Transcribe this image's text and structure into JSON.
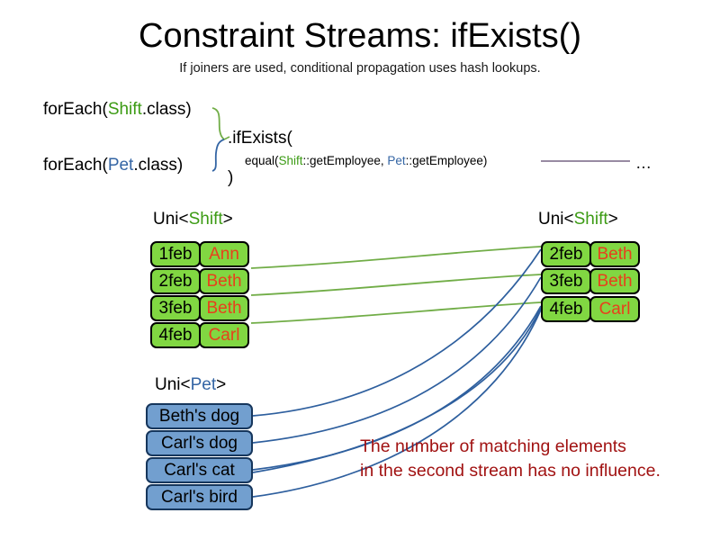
{
  "slide": {
    "title": "Constraint Streams: ifExists()",
    "subtitle": "If joiners are used, conditional propagation uses hash lookups."
  },
  "code": {
    "line1_prefix": "forEach(",
    "line1_type": "Shift",
    "line1_suffix": ".class)",
    "line2_prefix": "forEach(",
    "line2_type": "Pet",
    "line2_suffix": ".class)",
    "ifexists": ".ifExists(",
    "equal_prefix": "equal(",
    "equal_type1": "Shift",
    "equal_mid": "::getEmployee, ",
    "equal_type2": "Pet",
    "equal_suffix": "::getEmployee)",
    "close_paren": ")",
    "ellipsis": "…"
  },
  "left_shift_stream": {
    "label_prefix": "Uni<",
    "label_type": "Shift",
    "label_suffix": ">",
    "rows": [
      {
        "date": "1feb",
        "name": "Ann"
      },
      {
        "date": "2feb",
        "name": "Beth"
      },
      {
        "date": "3feb",
        "name": "Beth"
      },
      {
        "date": "4feb",
        "name": "Carl"
      }
    ]
  },
  "right_shift_stream": {
    "label_prefix": "Uni<",
    "label_type": "Shift",
    "label_suffix": ">",
    "rows": [
      {
        "date": "2feb",
        "name": "Beth"
      },
      {
        "date": "3feb",
        "name": "Beth"
      },
      {
        "date": "4feb",
        "name": "Carl"
      }
    ]
  },
  "pet_stream": {
    "label_prefix": "Uni<",
    "label_type": "Pet",
    "label_suffix": ">",
    "items": [
      {
        "text": "Beth's dog"
      },
      {
        "text": "Carl's dog"
      },
      {
        "text": "Carl's cat"
      },
      {
        "text": "Carl's bird"
      }
    ]
  },
  "annotation": {
    "line1": "The number of matching elements",
    "line2": "in the second stream has no influence."
  },
  "colors": {
    "shift_green_text": "#3c9b14",
    "pet_blue_text": "#3465a4",
    "shift_box_fill": "#81d742",
    "pet_box_fill": "#729fcf",
    "name_orange": "#e8401c",
    "annotation_red": "#a11212",
    "green_wire": "#71ad47",
    "blue_wire": "#2e5f9e",
    "equal_rule": "#8a7a94"
  }
}
